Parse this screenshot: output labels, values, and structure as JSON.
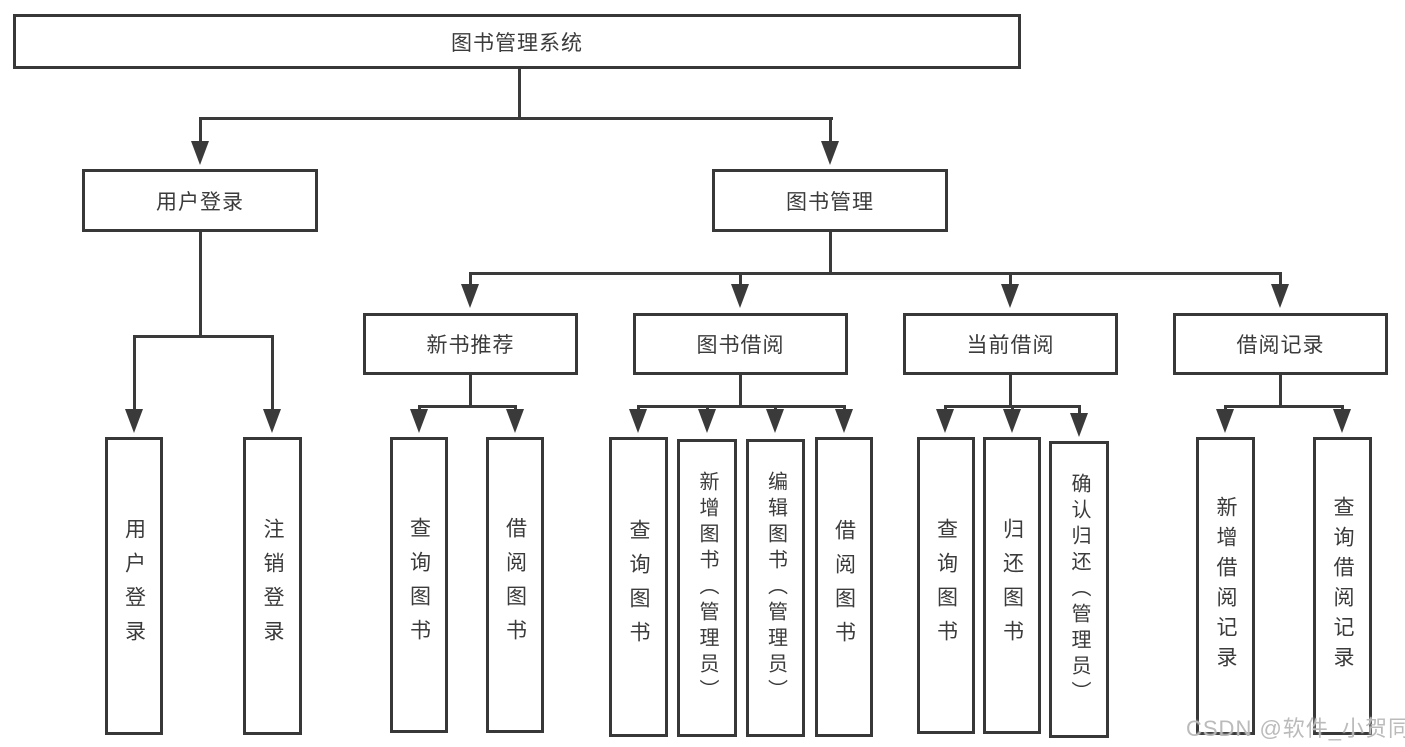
{
  "diagram_type": "tree-structure-chart",
  "tree": {
    "label": "图书管理系统",
    "children": [
      {
        "label": "用户登录",
        "children": [
          {
            "label": "用户登录"
          },
          {
            "label": "注销登录"
          }
        ]
      },
      {
        "label": "图书管理",
        "children": [
          {
            "label": "新书推荐",
            "children": [
              {
                "label": "查询图书"
              },
              {
                "label": "借阅图书"
              }
            ]
          },
          {
            "label": "图书借阅",
            "children": [
              {
                "label": "查询图书"
              },
              {
                "label": "新增图书（管理员）"
              },
              {
                "label": "编辑图书（管理员）"
              },
              {
                "label": "借阅图书"
              }
            ]
          },
          {
            "label": "当前借阅",
            "children": [
              {
                "label": "查询图书"
              },
              {
                "label": "归还图书"
              },
              {
                "label": "确认归还（管理员）"
              }
            ]
          },
          {
            "label": "借阅记录",
            "children": [
              {
                "label": "新增借阅记录"
              },
              {
                "label": "查询借阅记录"
              }
            ]
          }
        ]
      }
    ]
  },
  "watermark": {
    "text": "CSDN @软件_小贺同学"
  },
  "colors": {
    "line": "#3a3a3a",
    "border": "#383838",
    "text": "#3b3b3b",
    "background": "#ffffff",
    "watermark": "#b7b7b7"
  }
}
